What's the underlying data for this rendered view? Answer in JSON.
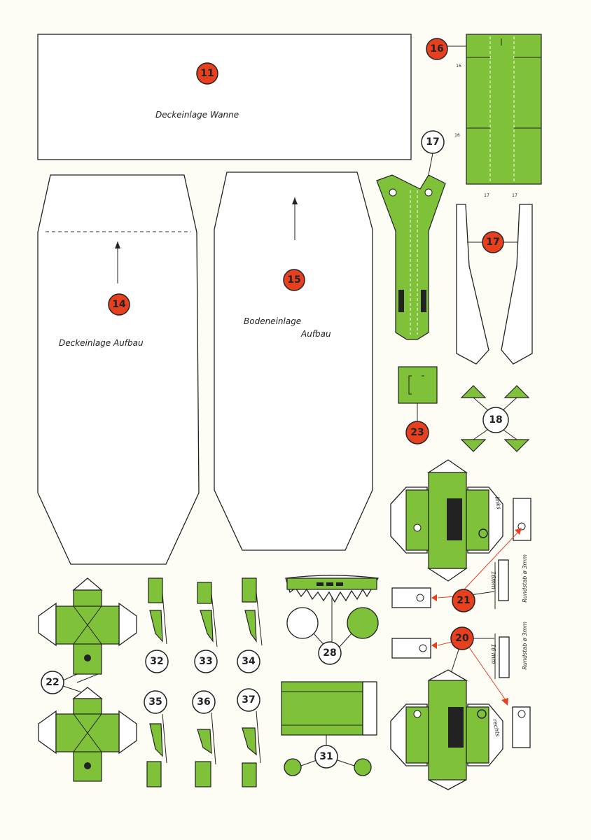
{
  "labels": {
    "deckeinlage_wanne": "Deckeinlage Wanne",
    "deckeinlage_aufbau": "Deckeinlage Aufbau",
    "bodeneinlage_line1": "Bodeneinlage",
    "bodeneinlage_line2": "Aufbau",
    "links": "links",
    "rechts": "rechts",
    "rundstab_21": "Rundstab ø 3mm",
    "rundstab_20": "Rundstab ø 3mm",
    "len_21": "16mm",
    "len_20": "16 mm"
  },
  "part_numbers": {
    "p11": "11",
    "p14": "14",
    "p15": "15",
    "p16": "16",
    "p17a": "17",
    "p17b": "17",
    "p18": "18",
    "p20": "20",
    "p21": "21",
    "p22": "22",
    "p23": "23",
    "p28": "28",
    "p31": "31",
    "p32": "32",
    "p33": "33",
    "p34": "34",
    "p35": "35",
    "p36": "36",
    "p37": "37"
  },
  "small_marks": {
    "m16a": "16",
    "m16b": "16",
    "m17a": "17",
    "m17b": "17"
  },
  "colors": {
    "paper": "#fdfdf6",
    "green": "#7fc23a",
    "marker_red": "#e8401f",
    "outline": "#222222"
  }
}
